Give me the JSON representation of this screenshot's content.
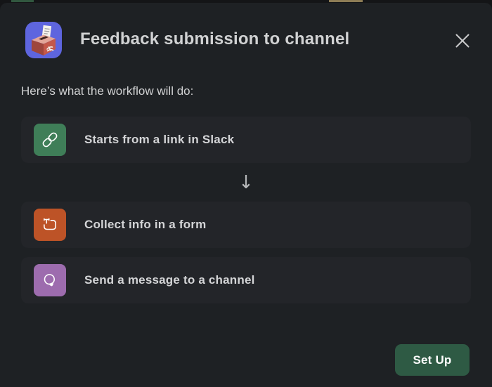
{
  "background": {
    "strip_bg": "#141517",
    "green_element_color": "#31573F",
    "tan_element_color": "#8D7C55"
  },
  "modal": {
    "title": "Feedback submission to channel",
    "intro": "Here’s what the workflow will do:",
    "arrow_glyph": "↓",
    "steps": [
      {
        "icon": "link-icon",
        "icon_color": "#3F7E58",
        "label": "Starts from a link in Slack"
      },
      {
        "icon": "form-icon",
        "icon_color": "#BD5327",
        "label": "Collect info in a form"
      },
      {
        "icon": "message-icon",
        "icon_color": "#9D6CAE",
        "label": "Send a message to a channel"
      }
    ],
    "setup_button_label": "Set Up",
    "colors": {
      "modal_bg": "#1E2124",
      "card_bg": "#232529",
      "title_text": "#D1D2D3",
      "close_gray": "#C9CACB",
      "app_icon_bg": "#5E65DE",
      "button_green": "#2E5A44"
    }
  }
}
